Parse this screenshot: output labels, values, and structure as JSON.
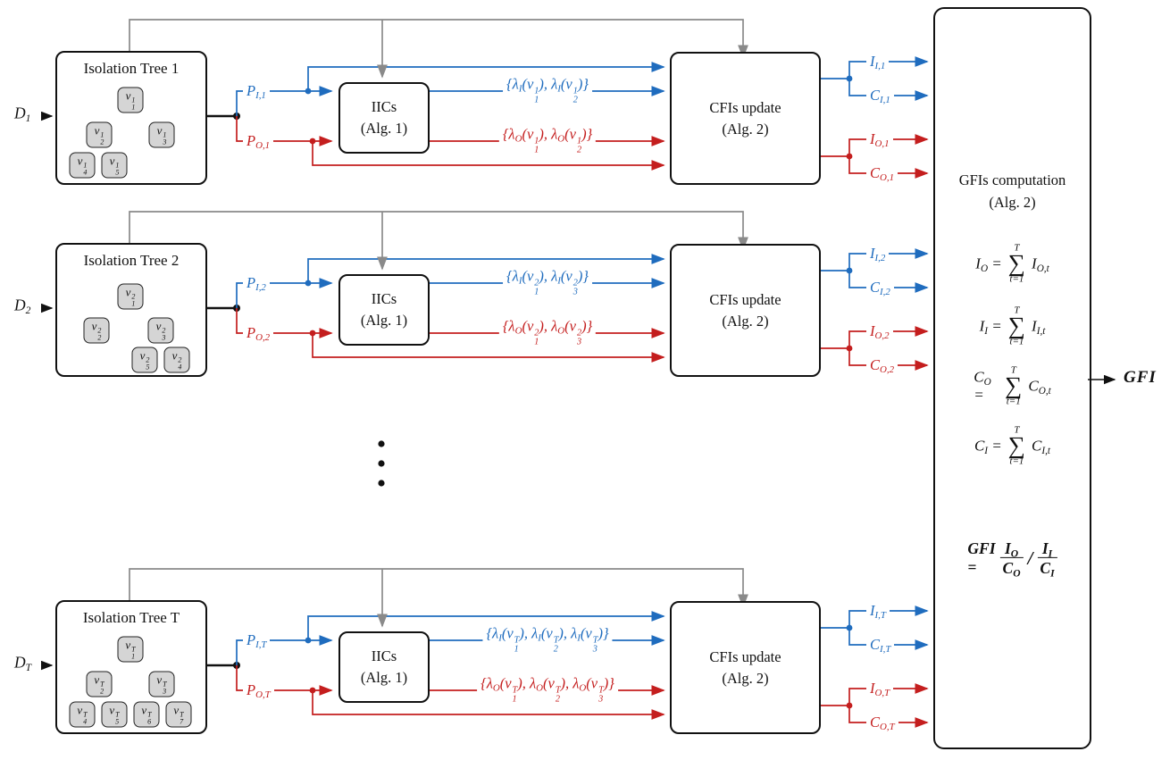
{
  "colors": {
    "inlier_path_blue": "#1f6cbe",
    "outlier_path_red": "#c41e1e",
    "feedback_gray": "#8a8a8a",
    "ink_black": "#111111",
    "tree_node_fill": "#d5d5d5"
  },
  "rows": [
    {
      "dataset": "D_1",
      "tree": {
        "title": "Isolation Tree 1",
        "nodes": [
          "v_1^1",
          "v_2^1",
          "v_3^1",
          "v_4^1",
          "v_5^1"
        ]
      },
      "path_in_label": "P_{I,1}",
      "path_out_label": "P_{O,1}",
      "iics": {
        "title": "IICs",
        "subtitle": "(Alg. 1)"
      },
      "iic_in_set": "{λ_I(v_1^1), λ_I(v_2^1)}",
      "iic_out_set": "{λ_O(v_1^1), λ_O(v_2^1)}",
      "cfis": {
        "title": "CFIs update",
        "subtitle": "(Alg. 2)"
      },
      "outputs": {
        "i_in": "I_{I,1}",
        "c_in": "C_{I,1}",
        "i_out": "I_{O,1}",
        "c_out": "C_{O,1}"
      }
    },
    {
      "dataset": "D_2",
      "tree": {
        "title": "Isolation Tree 2",
        "nodes": [
          "v_1^2",
          "v_2^2",
          "v_3^2",
          "v_5^2",
          "v_4^2"
        ]
      },
      "path_in_label": "P_{I,2}",
      "path_out_label": "P_{O,2}",
      "iics": {
        "title": "IICs",
        "subtitle": "(Alg. 1)"
      },
      "iic_in_set": "{λ_I(v_1^2), λ_I(v_3^2)}",
      "iic_out_set": "{λ_O(v_1^2), λ_O(v_3^2)}",
      "cfis": {
        "title": "CFIs update",
        "subtitle": "(Alg. 2)"
      },
      "outputs": {
        "i_in": "I_{I,2}",
        "c_in": "C_{I,2}",
        "i_out": "I_{O,2}",
        "c_out": "C_{O,2}"
      }
    },
    {
      "dataset": "D_T",
      "tree": {
        "title": "Isolation Tree T",
        "nodes": [
          "v_1^T",
          "v_2^T",
          "v_3^T",
          "v_4^T",
          "v_5^T",
          "v_6^T",
          "v_7^T"
        ]
      },
      "path_in_label": "P_{I,T}",
      "path_out_label": "P_{O,T}",
      "iics": {
        "title": "IICs",
        "subtitle": "(Alg. 1)"
      },
      "iic_in_set": "{λ_I(v_1^T), λ_I(v_2^T), λ_I(v_3^T)}",
      "iic_out_set": "{λ_O(v_1^T), λ_O(v_2^T), λ_O(v_3^T)}",
      "cfis": {
        "title": "CFIs update",
        "subtitle": "(Alg. 2)"
      },
      "outputs": {
        "i_in": "I_{I,T}",
        "c_in": "C_{I,T}",
        "i_out": "I_{O,T}",
        "c_out": "C_{O,T}"
      }
    }
  ],
  "gfi_box": {
    "title": "GFIs computation",
    "subtitle": "(Alg. 2)",
    "sigma": "∑",
    "sums": [
      {
        "lhs": "I_O =",
        "top": "T",
        "bottom": "t=1",
        "rhs": "I_{O,t}"
      },
      {
        "lhs": "I_I =",
        "top": "T",
        "bottom": "t=1",
        "rhs": "I_{I,t}"
      },
      {
        "lhs": "C_O =",
        "top": "T",
        "bottom": "t=1",
        "rhs": "C_{O,t}"
      },
      {
        "lhs": "C_I =",
        "top": "T",
        "bottom": "t=1",
        "rhs": "C_{I,t}"
      }
    ],
    "final": {
      "lhs": "GFI =",
      "num1": "I_O",
      "den1": "C_O",
      "slash": "/",
      "num2": "I_I",
      "den2": "C_I"
    }
  },
  "output_label": "GFI"
}
